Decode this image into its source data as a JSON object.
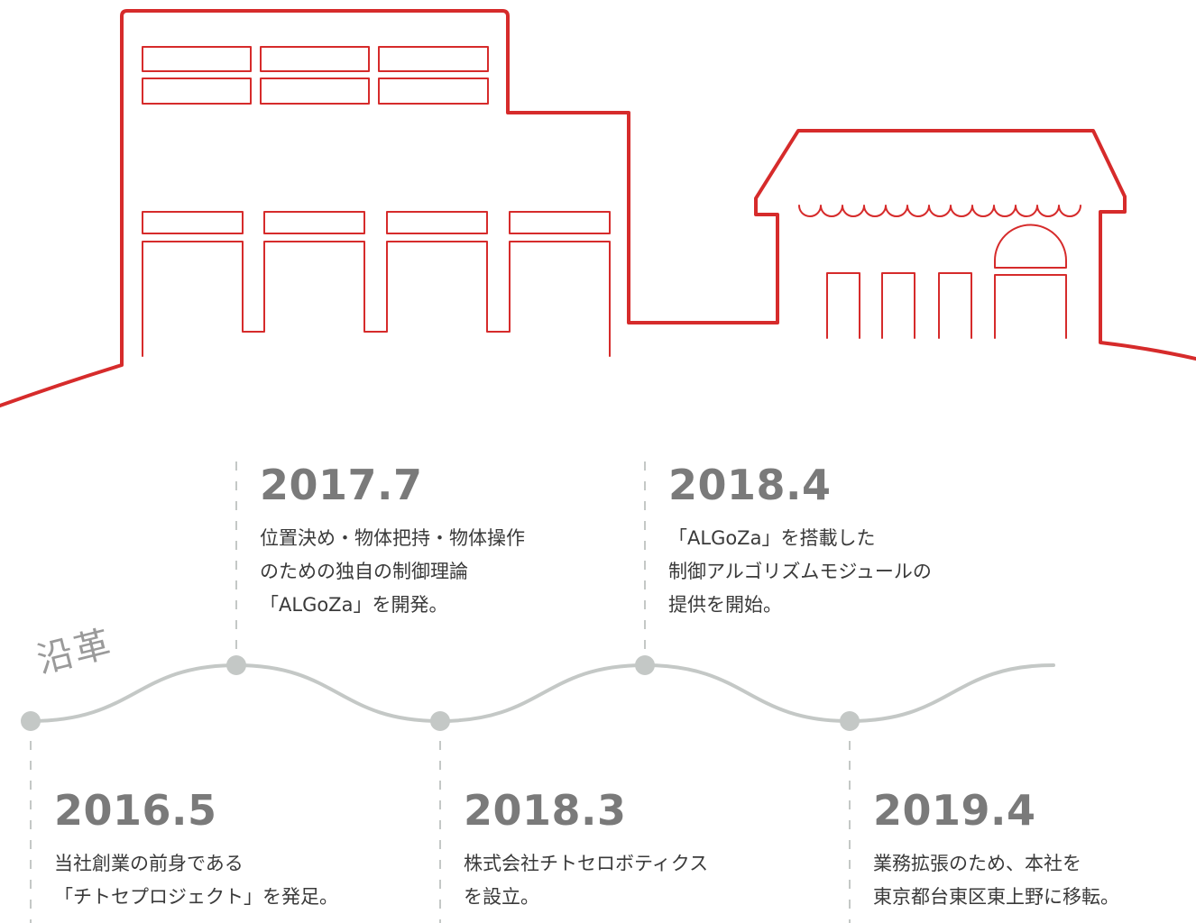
{
  "heading": "沿革",
  "colors": {
    "illustration": "#d62b2b",
    "timeline": "#c4c8c6",
    "year_text": "#7a7a7a",
    "body_text": "#3a3a3a"
  },
  "events": [
    {
      "year": "2016.5",
      "lines": [
        "当社創業の前身である",
        "「チトセプロジェクト」を発足。"
      ]
    },
    {
      "year": "2017.7",
      "lines": [
        "位置決め・物体把持・物体操作",
        "のための独自の制御理論",
        "「ALGoZa」を開発。"
      ]
    },
    {
      "year": "2018.3",
      "lines": [
        "株式会社チトセロボティクス",
        "を設立。"
      ]
    },
    {
      "year": "2018.4",
      "lines": [
        "「ALGoZa」を搭載した",
        "制御アルゴリズムモジュールの",
        "提供を開始。"
      ]
    },
    {
      "year": "2019.4",
      "lines": [
        "業務拡張のため、本社を",
        "東京都台東区東上野に移転。"
      ]
    }
  ]
}
